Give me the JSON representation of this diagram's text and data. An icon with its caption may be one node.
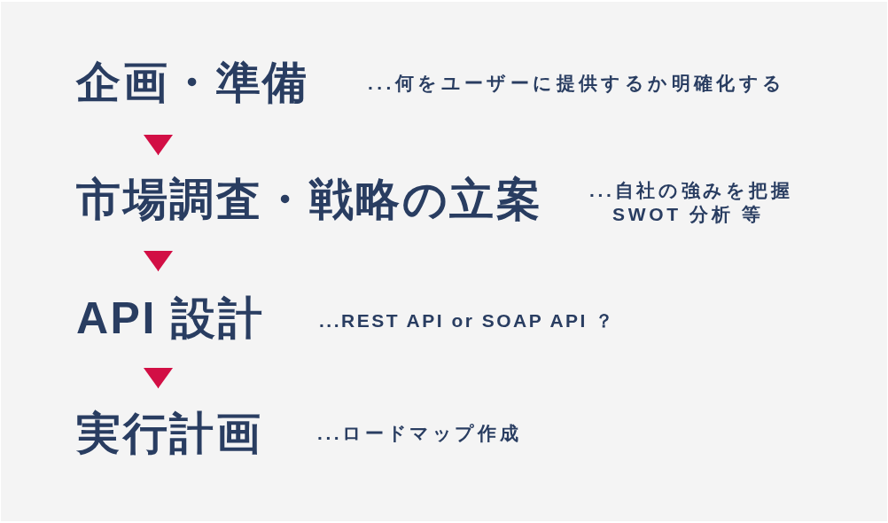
{
  "diagram": {
    "nodes": [
      {
        "text": [
          "企画・準備"
        ],
        "beside": [
          "...何をユーザーに提供するか明確化する"
        ]
      },
      {
        "text": [
          "市場調査・戦略の立案"
        ],
        "beside": [
          "...自社の強みを把握 SWOT 分析 等"
        ]
      },
      {
        "text": [
          "API 設計"
        ],
        "beside": [
          "...REST API or SOAP API ？"
        ]
      },
      {
        "text": [
          "実行計画"
        ],
        "beside": [
          "...ロードマップ作成"
        ]
      }
    ],
    "edges": [
      {
        "from": 0,
        "to": 1,
        "arrow": "to"
      },
      {
        "from": 1,
        "to": 2,
        "arrow": "to"
      },
      {
        "from": 2,
        "to": 3,
        "arrow": "to"
      }
    ]
  }
}
